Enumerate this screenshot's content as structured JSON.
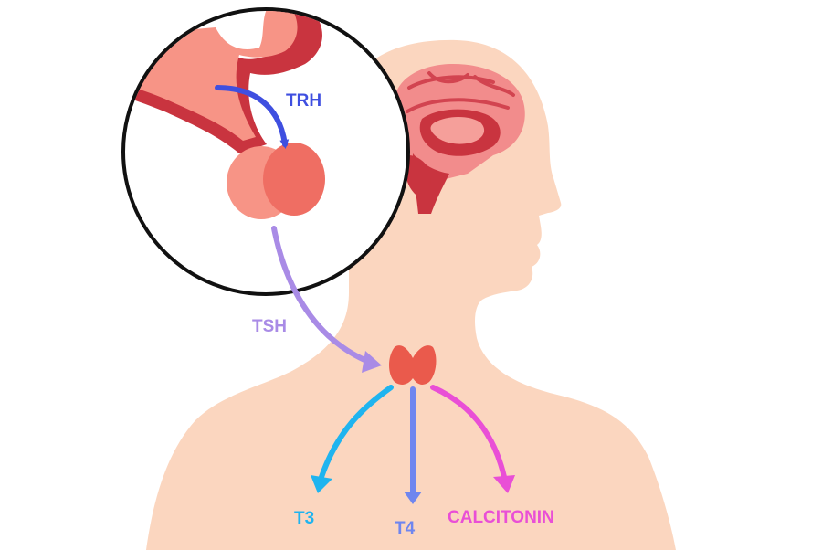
{
  "labels": {
    "trh": "TRH",
    "tsh": "TSH",
    "t3": "T3",
    "t4": "T4",
    "calcitonin": "CALCITONIN"
  },
  "colors": {
    "skin": "#fbd6bf",
    "brain_pink": "#f28c8c",
    "brain_dark": "#c9343f",
    "pituitary_light": "#f79486",
    "pituitary_shade": "#ef6e63",
    "thyroid": "#ea5a4c",
    "trh": "#3f4fe0",
    "tsh": "#a98be6",
    "t3": "#1fb4ef",
    "t4": "#6f86ef",
    "calcitonin": "#e94fd6",
    "outline": "#111111"
  }
}
